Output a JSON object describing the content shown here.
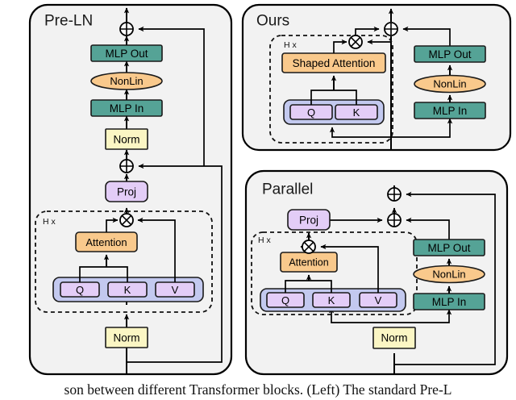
{
  "figure": {
    "caption": "son between different Transformer blocks. (Left) The standard Pre-L"
  },
  "colors": {
    "panel_background": "#f2f2f2",
    "panel_border": "#000000",
    "teal_block": "#55a396",
    "peach_block": "#f9c98c",
    "yellow_block": "#fbf6c4",
    "purple_block": "#e3cdf7",
    "qkv_container": "#c3c9ef",
    "wire": "#000000"
  },
  "panels": {
    "preln": {
      "title": "Pre-LN",
      "hx_label": "H x",
      "blocks": {
        "mlp_out": "MLP Out",
        "nonlin": "NonLin",
        "mlp_in": "MLP In",
        "norm_top": "Norm",
        "proj": "Proj",
        "attention": "Attention",
        "q": "Q",
        "k": "K",
        "v": "V",
        "norm_bottom": "Norm"
      },
      "operators": {
        "add_top": "⊕",
        "add_mid": "⊕",
        "multiply": "⊗"
      }
    },
    "ours": {
      "title": "Ours",
      "hx_label": "H x",
      "blocks": {
        "shaped_attention": "Shaped Attention",
        "q": "Q",
        "k": "K",
        "mlp_out": "MLP Out",
        "nonlin": "NonLin",
        "mlp_in": "MLP In"
      },
      "operators": {
        "add_top": "⊕",
        "multiply": "⊗"
      }
    },
    "parallel": {
      "title": "Parallel",
      "hx_label": "H x",
      "blocks": {
        "proj": "Proj",
        "attention": "Attention",
        "q": "Q",
        "k": "K",
        "v": "V",
        "mlp_out": "MLP Out",
        "nonlin": "NonLin",
        "mlp_in": "MLP In",
        "norm": "Norm"
      },
      "operators": {
        "add_top": "⊕",
        "add_mid": "⊕",
        "multiply": "⊗"
      }
    }
  }
}
